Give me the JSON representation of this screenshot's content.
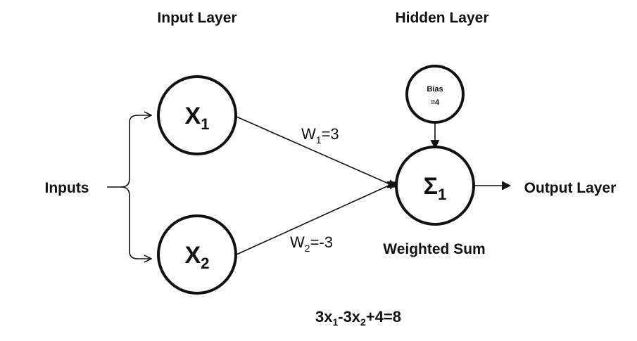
{
  "colors": {
    "ink": "#111111",
    "background": "#ffffff"
  },
  "layers": {
    "input_title": "Input Layer",
    "hidden_title": "Hidden Layer"
  },
  "inputs_label": "Inputs",
  "nodes": {
    "x1": {
      "main": "X",
      "sub": "1"
    },
    "x2": {
      "main": "X",
      "sub": "2"
    },
    "sum": {
      "main": "Σ",
      "sub": "1"
    },
    "bias": {
      "line1": "Bias",
      "line2": "=4"
    }
  },
  "weights": {
    "w1": {
      "main": "W",
      "sub": "1",
      "value": "=3"
    },
    "w2": {
      "main": "W",
      "sub": "2",
      "value": "=-3"
    }
  },
  "weighted_sum_label": "Weighted Sum",
  "output_label": "Output Layer",
  "equation": {
    "p1": "3x",
    "s1": "1",
    "p2": "-3x",
    "s2": "2",
    "p3": "+4=8"
  }
}
